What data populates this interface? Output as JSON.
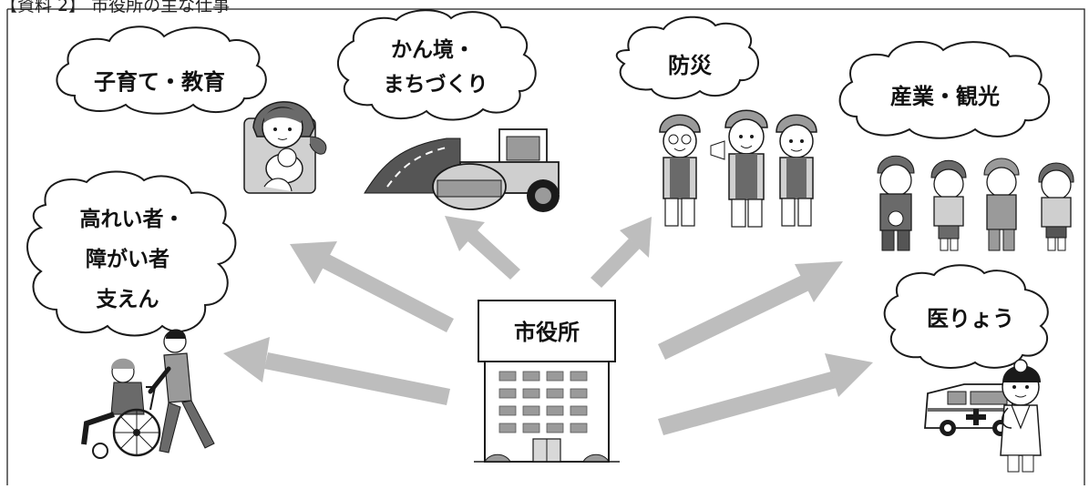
{
  "header": {
    "caption": "【資料 2】 市役所の主な仕事"
  },
  "center": {
    "label": "市役所"
  },
  "clouds": {
    "childcare": {
      "label": "子育て・教育"
    },
    "environment": {
      "line1": "かん境・",
      "line2": "まちづくり"
    },
    "disaster": {
      "label": "防災"
    },
    "industry": {
      "label": "産業・観光"
    },
    "elderly": {
      "line1": "高れい者・",
      "line2": "障がい者",
      "line3": "支えん"
    },
    "medical": {
      "label": "医りょう"
    }
  },
  "icons": {
    "childcare": "mother-with-baby-icon",
    "environment": "road-roller-icon",
    "disaster": "disaster-workers-icon",
    "industry": "workers-group-icon",
    "elderly": "wheelchair-caregiver-icon",
    "medical": "ambulance-doctor-icon",
    "center": "city-hall-building-icon"
  },
  "colors": {
    "arrow": "#bdbdbd",
    "outline": "#1a1a1a",
    "fill_gray": "#cfcfcf"
  }
}
